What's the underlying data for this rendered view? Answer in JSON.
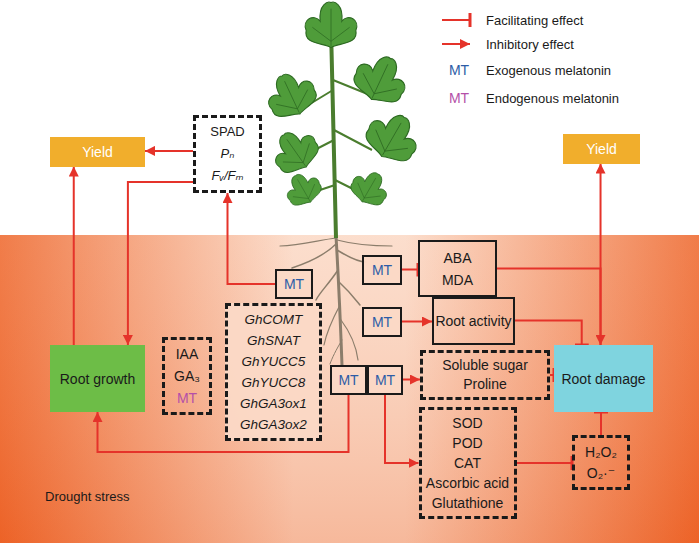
{
  "diagram": {
    "nodes": [
      {
        "text": [
          "Yield"
        ]
      },
      {
        "text": [
          "SPAD",
          "Pₙ",
          "Fᵥ/Fₘ"
        ]
      },
      {
        "text": [
          "Yield"
        ]
      },
      {
        "text": [
          "MT"
        ]
      },
      {
        "text": [
          "MT"
        ]
      },
      {
        "text": [
          "ABA",
          "MDA"
        ]
      },
      {
        "text": [
          "MT"
        ]
      },
      {
        "text": [
          "Root activity"
        ]
      },
      {
        "text": [
          "GhCOMT",
          "GhSNAT",
          "GhYUCC5",
          "GhYUCC8",
          "GhGA3ox1",
          "GhGA3ox2"
        ]
      },
      {
        "text": [
          "MT"
        ]
      },
      {
        "text": [
          "MT"
        ]
      },
      {
        "text": [
          "Soluble sugar",
          "Proline"
        ]
      },
      {
        "text": [
          "Root damage"
        ]
      },
      {
        "text": [
          "SOD",
          "POD",
          "CAT",
          "Ascorbic acid",
          "Glutathione"
        ]
      },
      {
        "text": [
          "H₂O₂",
          "O₂·⁻"
        ]
      },
      {
        "text": [
          "Root growth"
        ]
      },
      {
        "text": [
          "IAA",
          "GA₃",
          "MT"
        ]
      }
    ],
    "edges": [
      {
        "from": 1,
        "to": 0,
        "arrow": "to"
      },
      {
        "from": 3,
        "to": 1,
        "arrow": "to"
      },
      {
        "from": 1,
        "to": 15,
        "arrow": "to"
      },
      {
        "from": 15,
        "to": 0,
        "arrow": "to"
      },
      {
        "from": 4,
        "to": 5,
        "arrow": "to"
      },
      {
        "from": 5,
        "to": 12,
        "arrow": "to"
      },
      {
        "from": 6,
        "to": 7,
        "arrow": "to"
      },
      {
        "from": 7,
        "to": 12,
        "arrow": "to"
      },
      {
        "from": 10,
        "to": 11,
        "arrow": "to"
      },
      {
        "from": 11,
        "to": 12,
        "arrow": "to"
      },
      {
        "from": 10,
        "to": 13,
        "arrow": "to"
      },
      {
        "from": 13,
        "to": 14,
        "arrow": "to"
      },
      {
        "from": 14,
        "to": 12,
        "arrow": "to"
      },
      {
        "from": 12,
        "to": 2,
        "arrow": "to"
      },
      {
        "from": 9,
        "to": 15,
        "arrow": "to"
      }
    ],
    "labels": [
      "Drought stress",
      "MT",
      "MT"
    ],
    "legend": [
      {
        "text": "Facilitating effect"
      },
      {
        "text": "Inhibitory effect"
      },
      {
        "text": "Exogenous melatonin",
        "color": "#2d5ca6"
      },
      {
        "text": "Endogenous melatonin",
        "color": "#b44fa8"
      }
    ]
  }
}
